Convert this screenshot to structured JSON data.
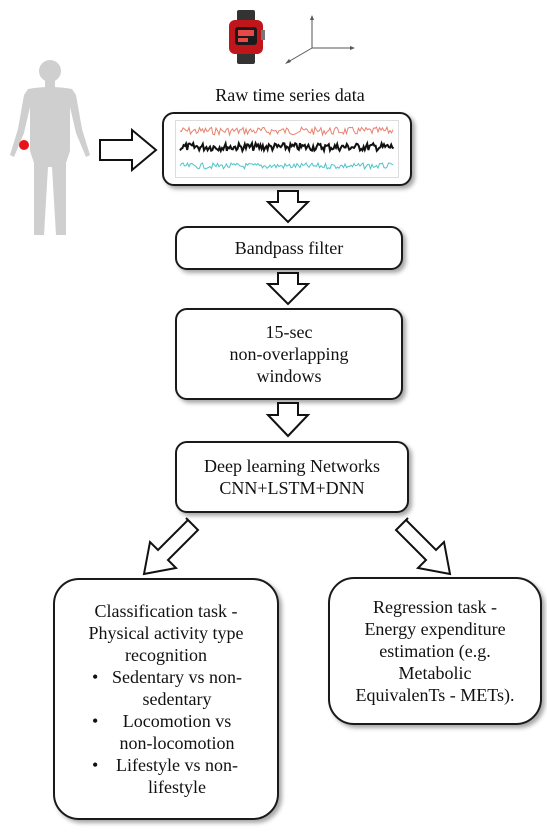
{
  "nodes": {
    "raw_title": "Raw time series data",
    "bandpass": "Bandpass filter",
    "windows": [
      "15-sec",
      "non-overlapping",
      "windows"
    ],
    "deep": [
      "Deep learning Networks",
      "CNN+LSTM+DNN"
    ],
    "classification": {
      "title": [
        "Classification task -",
        "Physical activity type",
        "recognition"
      ],
      "items": [
        [
          "Sedentary vs non-",
          "sedentary"
        ],
        [
          "Locomotion vs",
          "non-locomotion"
        ],
        [
          "Lifestyle vs non-",
          "lifestyle"
        ]
      ]
    },
    "regression": [
      "Regression task -",
      "Energy expenditure",
      "estimation (e.g.",
      "Metabolic",
      "EquivalenTs - METs)."
    ]
  },
  "icons": {
    "body": "human-silhouette-icon",
    "watch": "wrist-watch-icon",
    "axes": "xyz-axes-icon"
  },
  "colors": {
    "sensor_dot": "#e8141a",
    "signal_top": "#e8826f",
    "signal_mid": "#111111",
    "signal_bottom": "#4fc4c9",
    "silhouette": "#cfcfcf"
  }
}
